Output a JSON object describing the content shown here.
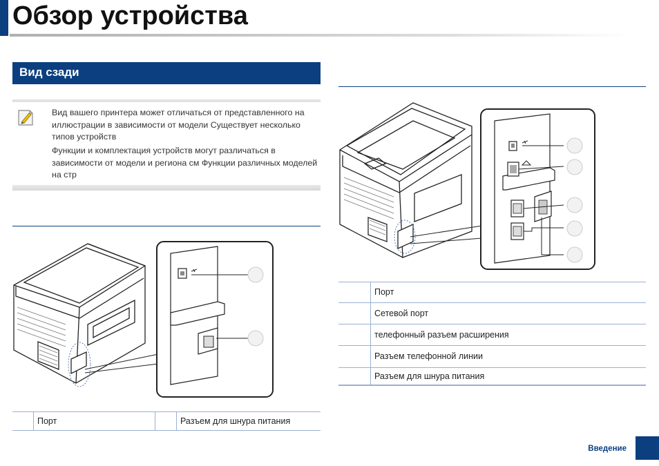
{
  "header": {
    "title": "Обзор устройства"
  },
  "section": {
    "title": "Вид сзади"
  },
  "note": {
    "icon": "pencil-note-icon",
    "paragraph1": "Вид вашего принтера может отличаться от представленного на иллюстрации в зависимости от модели  Существует несколько типов устройств",
    "paragraph2": "Функции и комплектация устройств могут различаться в зависимости от модели и региона  см    Функции различных моделей   на стр"
  },
  "left_parts": {
    "items": [
      {
        "number": "",
        "label": "Порт"
      },
      {
        "number": "",
        "label": "Разъем для шнура питания"
      }
    ]
  },
  "right_parts": {
    "items": [
      {
        "number": "",
        "label": "Порт"
      },
      {
        "number": "",
        "label": "Сетевой порт"
      },
      {
        "number": "",
        "label": "телефонный разъем расширения"
      },
      {
        "number": "",
        "label": "Разъем телефонной линии"
      },
      {
        "number": "",
        "label": "Разъем для шнура питания"
      }
    ]
  },
  "footer": {
    "section_label": "Введение",
    "page_number": ""
  },
  "colors": {
    "accent": "#0b3f7f",
    "rule": "#9bb0cf"
  }
}
